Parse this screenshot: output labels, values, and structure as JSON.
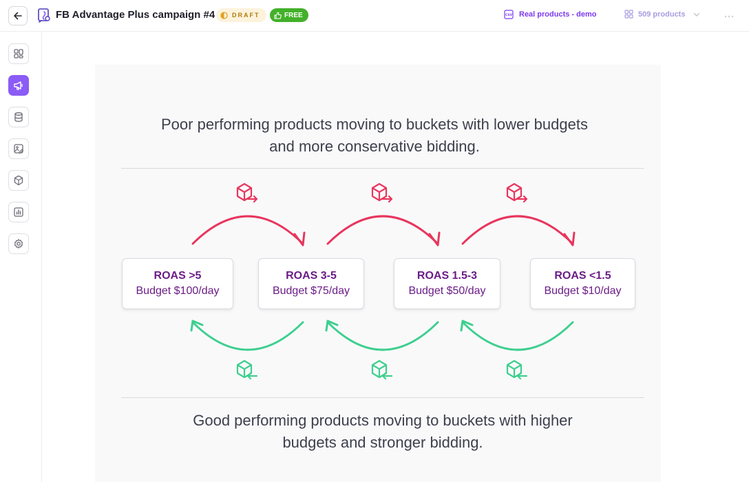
{
  "header": {
    "title": "FB Advantage Plus campaign #4",
    "draft_label": "DRAFT",
    "free_label": "FREE",
    "feed_name": "Real products - demo",
    "feed_icon_text": "CSV",
    "products_count": "509 products",
    "colors": {
      "draft_bg": "#fdf3dc",
      "free_bg": "#43b02a",
      "accent": "#7c3aed"
    }
  },
  "sidebar": {
    "items": [
      {
        "name": "dashboard",
        "icon": "grid-icon",
        "active": false
      },
      {
        "name": "campaigns",
        "icon": "megaphone-icon",
        "active": true
      },
      {
        "name": "feeds",
        "icon": "database-icon",
        "active": false
      },
      {
        "name": "images",
        "icon": "image-edit-icon",
        "active": false
      },
      {
        "name": "products",
        "icon": "box-icon",
        "active": false
      },
      {
        "name": "analytics",
        "icon": "bar-chart-icon",
        "active": false
      },
      {
        "name": "settings",
        "icon": "gear-icon",
        "active": false
      }
    ]
  },
  "diagram": {
    "top_text_line1": "Poor performing products moving to buckets with lower budgets",
    "top_text_line2": "and more conservative bidding.",
    "bottom_text_line1": "Good performing products moving to buckets with higher",
    "bottom_text_line2": "budgets and stronger bidding.",
    "buckets": [
      {
        "roas": "ROAS >5",
        "budget": "Budget $100/day"
      },
      {
        "roas": "ROAS 3-5",
        "budget": "Budget $75/day"
      },
      {
        "roas": "ROAS 1.5-3",
        "budget": "Budget $50/day"
      },
      {
        "roas": "ROAS <1.5",
        "budget": "Budget $10/day"
      }
    ],
    "colors": {
      "down_arrow": "#e8365d",
      "up_arrow": "#3ecf8e",
      "bucket_text": "#6b1d86"
    }
  }
}
